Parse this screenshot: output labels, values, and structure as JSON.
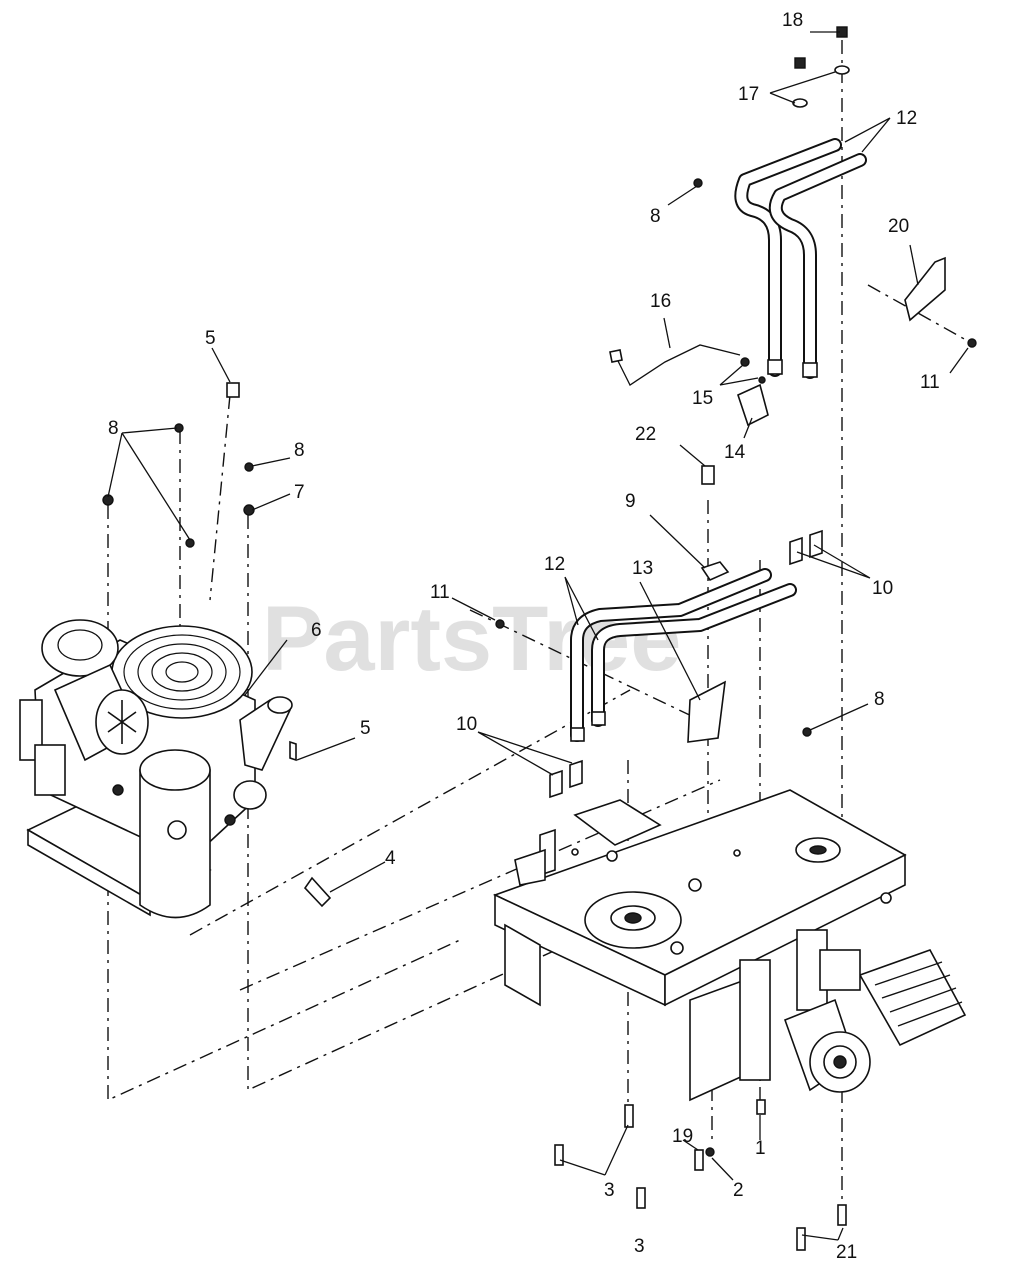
{
  "watermark": "PartsTree",
  "callouts": {
    "c1": "1",
    "c2": "2",
    "c3a": "3",
    "c3b": "3",
    "c4": "4",
    "c5a": "5",
    "c5b": "5",
    "c6": "6",
    "c7": "7",
    "c8a": "8",
    "c8b": "8",
    "c8c": "8",
    "c8d": "8",
    "c9": "9",
    "c10a": "10",
    "c10b": "10",
    "c11a": "11",
    "c11b": "11",
    "c12a": "12",
    "c12b": "12",
    "c13": "13",
    "c14": "14",
    "c15": "15",
    "c16": "16",
    "c17": "17",
    "c18": "18",
    "c19": "19",
    "c20": "20",
    "c21": "21",
    "c22": "22"
  }
}
